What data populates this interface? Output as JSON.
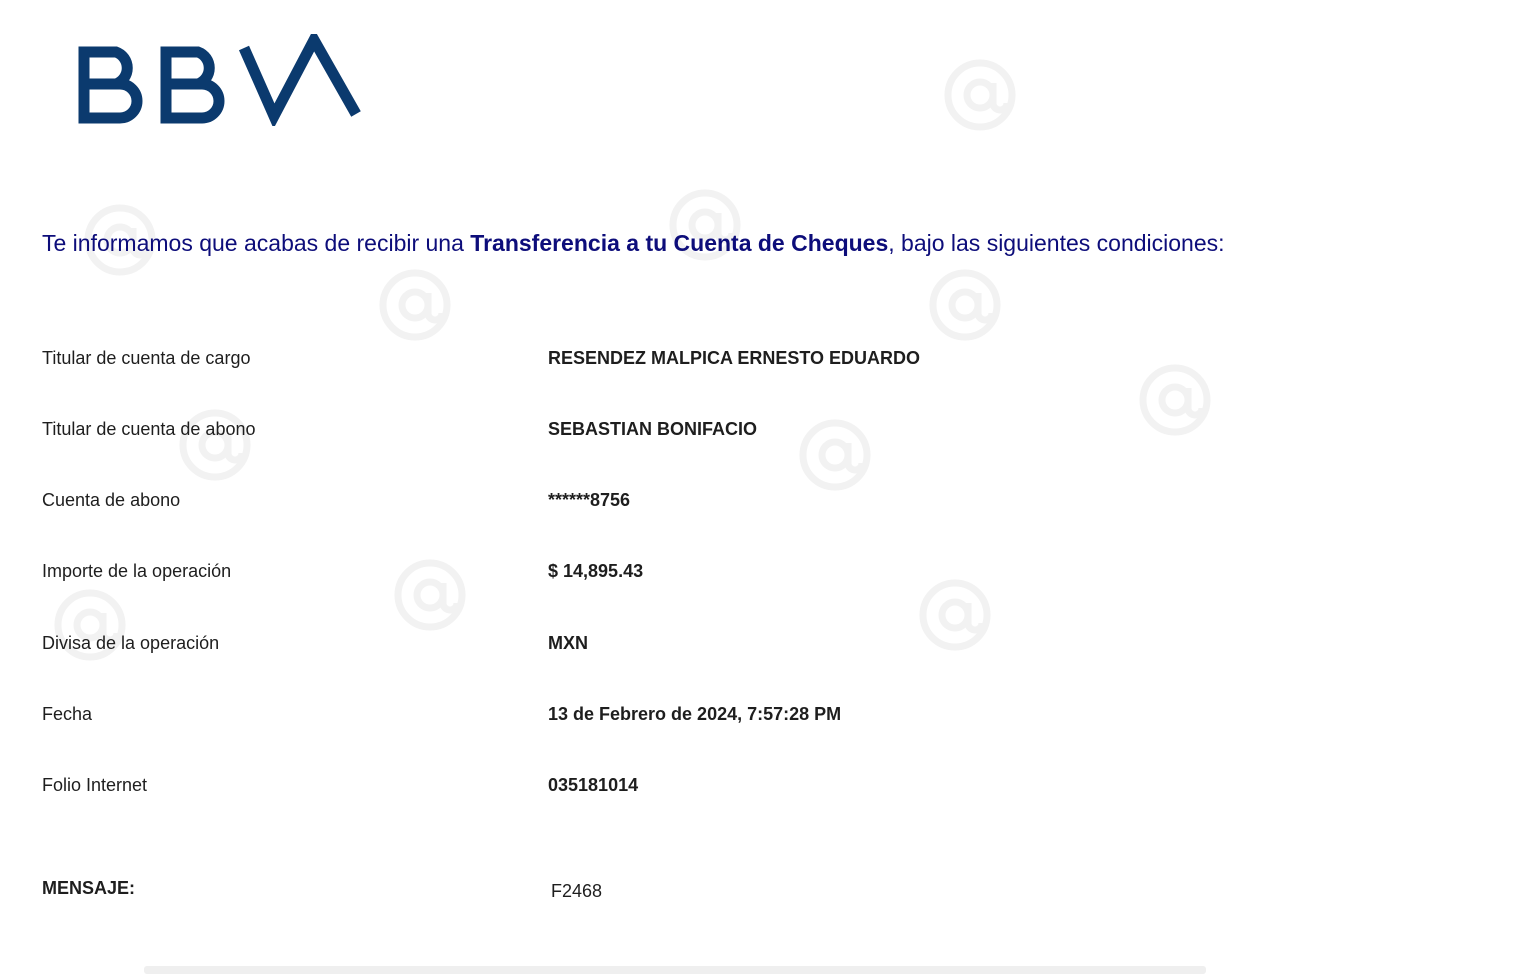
{
  "logo": {
    "text": "BBVA",
    "color": "#0b3a6e"
  },
  "intro": {
    "prefix": "Te informamos que acabas de recibir una ",
    "highlight": "Transferencia a tu Cuenta de Cheques",
    "suffix": ", bajo las siguientes condiciones:"
  },
  "details": [
    {
      "label": "Titular de cuenta de cargo",
      "value": "RESENDEZ MALPICA ERNESTO EDUARDO"
    },
    {
      "label": "Titular de cuenta de abono",
      "value": "SEBASTIAN BONIFACIO"
    },
    {
      "label": "Cuenta de abono",
      "value": "******8756"
    },
    {
      "label": "Importe de la operación",
      "value": "$ 14,895.43"
    },
    {
      "label": "Divisa de la operación",
      "value": "MXN"
    },
    {
      "label": "Fecha",
      "value": "13 de Febrero de 2024, 7:57:28 PM"
    },
    {
      "label": "Folio Internet",
      "value": "035181014"
    }
  ],
  "message": {
    "label": "MENSAJE:",
    "value": "F2468"
  }
}
